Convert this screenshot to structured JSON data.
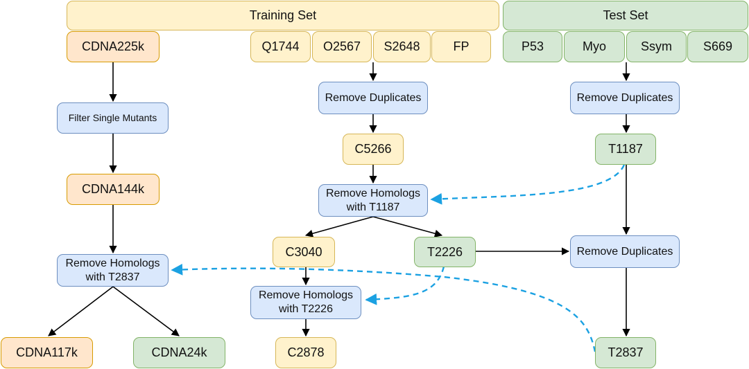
{
  "headers": {
    "training": "Training Set",
    "test": "Test Set"
  },
  "sources": {
    "cdna225k": "CDNA225k",
    "q1744": "Q1744",
    "o2567": "O2567",
    "s2648": "S2648",
    "fp": "FP",
    "p53": "P53",
    "myo": "Myo",
    "ssym": "Ssym",
    "s669": "S669"
  },
  "steps": {
    "filter_single": "Filter Single Mutants",
    "remove_dup_train": "Remove Duplicates",
    "remove_dup_test": "Remove Duplicates",
    "remove_homologs_t1187_line1": "Remove Homologs",
    "remove_homologs_t1187_line2": "with T1187",
    "remove_homologs_t2837_line1": "Remove Homologs",
    "remove_homologs_t2837_line2": "with T2837",
    "remove_homologs_t2226_line1": "Remove Homologs",
    "remove_homologs_t2226_line2": "with T2226",
    "remove_dup_merge": "Remove Duplicates"
  },
  "datasets": {
    "cdna144k": "CDNA144k",
    "cdna117k": "CDNA117k",
    "cdna24k": "CDNA24k",
    "c5266": "C5266",
    "c3040": "C3040",
    "t2226": "T2226",
    "c2878": "C2878",
    "t1187": "T1187",
    "t2837": "T2837"
  },
  "colors": {
    "training": "#fff2cc",
    "training_border": "#d6b656",
    "cdna": "#ffe6cc",
    "cdna_border": "#d79b00",
    "process": "#dae8fc",
    "process_border": "#6c8ebf",
    "test": "#d5e8d4",
    "test_border": "#82b366",
    "homology_link": "#1ba1e2"
  }
}
